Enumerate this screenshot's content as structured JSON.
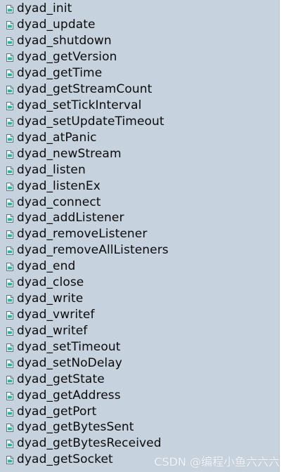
{
  "functions": [
    "dyad_init",
    "dyad_update",
    "dyad_shutdown",
    "dyad_getVersion",
    "dyad_getTime",
    "dyad_getStreamCount",
    "dyad_setTickInterval",
    "dyad_setUpdateTimeout",
    "dyad_atPanic",
    "dyad_newStream",
    "dyad_listen",
    "dyad_listenEx",
    "dyad_connect",
    "dyad_addListener",
    "dyad_removeListener",
    "dyad_removeAllListeners",
    "dyad_end",
    "dyad_close",
    "dyad_write",
    "dyad_vwritef",
    "dyad_writef",
    "dyad_setTimeout",
    "dyad_setNoDelay",
    "dyad_getState",
    "dyad_getAddress",
    "dyad_getPort",
    "dyad_getBytesSent",
    "dyad_getBytesReceived",
    "dyad_getSocket"
  ],
  "item_icon": "function-page-icon",
  "watermark": "CSDN @编程小鱼六六六",
  "colors": {
    "panel_background": "#c7d2df",
    "icon_accent": "#20b8a4"
  }
}
